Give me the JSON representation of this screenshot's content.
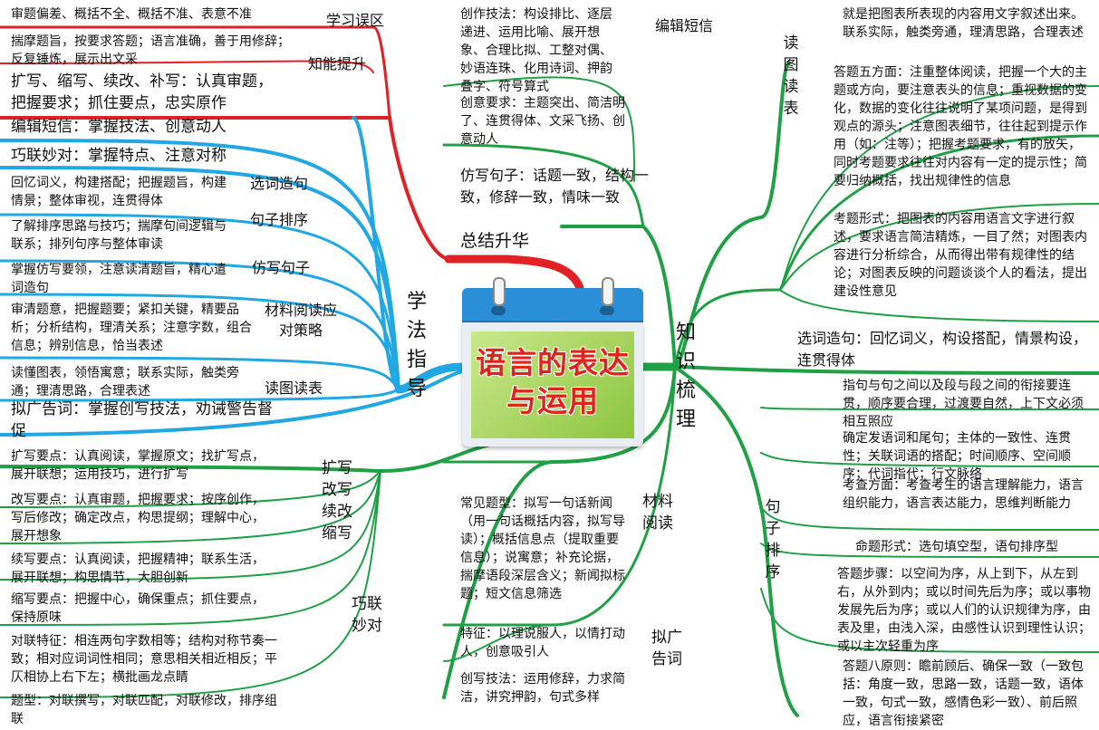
{
  "center": {
    "title": "语言的表达与运用"
  },
  "colors": {
    "red": "#e02126",
    "blue": "#21a7e3",
    "green": "#20a045"
  },
  "main_branches": {
    "summary": "总结升华",
    "study_method": "学法指导",
    "knowledge": "知识梳理"
  },
  "top_left": {
    "misconception_text": "审题偏差、概括不全、概括不准、表意不准",
    "misconception_label": "学习误区",
    "ability_text": "揣摩题旨，按要求答题；语言准确，善于用修辞；反复锤炼，展示出文采",
    "ability_label": "知能提升"
  },
  "left": {
    "expand": "扩写、缩写、续改、补写：认真审题，把握要求；抓住要点，忠实原作",
    "sms": "编辑短信：掌握技法、创意动人",
    "couplet": "巧联妙对：掌握特点、注意对称",
    "word_text": "回忆词义，构建搭配；把握题旨，构建情景；整体审视，连贯得体",
    "word_label": "选词造句",
    "order_text": "了解排序思路与技巧；揣摩句间逻辑与联系；排列句序与整体审读",
    "order_label": "句子排序",
    "imitate_text": "掌握仿写要领，注意读清题旨，精心遣词造句",
    "imitate_label": "仿写句子",
    "reading_text": "审清题意，把握题要；紧扣关键，精要品析；分析结构，理清关系；注意字数，组合信息；辨别信息，恰当表述",
    "reading_label": "材料阅读应对策略",
    "chart_text": "读懂图表，领悟寓意；联系实际，触类旁通；理清思路，合理表述",
    "chart_label": "读图读表",
    "ad": "拟广告词：掌握创写技法，劝诫警告督促"
  },
  "bottom_left": {
    "label1": "扩写改写续改缩写",
    "expand_pt": "扩写要点：认真阅读，掌握原文；找扩写点，展开联想；运用技巧，进行扩写",
    "rewrite_pt": "改写要点：认真审题，把握要求；按序创作，写后修改；确定改点，构思提纲；理解中心，展开想象",
    "continue_pt": "续写要点：认真阅读，把握精神；联系生活，展开联想；构思情节，大胆创新",
    "shorten_pt": "缩写要点：把握中心，确保重点；抓住要点，保持原味",
    "label2": "巧联妙对",
    "couplet_feat": "对联特征：相连两句字数相等；结构对称节奏一致；相对应词词性相同；意思相关相近相反；平仄相协上右下左；横批画龙点睛",
    "couplet_type": "题型：对联撰写，对联匹配，对联修改，排序组联"
  },
  "top_middle": {
    "sms_label": "编辑短信",
    "sms_skill": "创作技法：构设排比、逐层递进、运用比喻、展开想象、合理比拟、工整对偶、妙语连珠、化用诗词、押韵叠字、符号算式",
    "sms_req": "创意要求：主题突出、简洁明了、连贯得体、文采飞扬、创意动人",
    "imitate": "仿写句子：话题一致，结构一致，修辞一致，情味一致"
  },
  "bottom_middle": {
    "reading_label": "材料阅读",
    "reading_text": "常见题型：拟写一句话新闻（用一句话概括内容，拟写导读）；概括信息点（提取重要信息）；说寓意；补充论据，揣摩语段深层含义；新闻拟标题；短文信息筛选",
    "ad_label": "拟广告词",
    "ad_feat": "特征：以理说服人，以情打动人，创意吸引人",
    "ad_skill": "创写技法：运用修辞，力求简洁，讲究押韵，句式多样"
  },
  "right": {
    "chart_label": "读图读表",
    "chart_def": "就是把图表所表现的内容用文字叙述出来。联系实际，触类旁通，理清思路，合理表述",
    "chart_five": "答题五方面：注重整体阅读，把握一个大的主题或方向，要注意表头的信息；重视数据的变化，数据的变化往往说明了某项问题，是得到观点的源头；注意图表细节，往往起到提示作用（如：注等）；把握考题要求，有的放矢，同时考题要求往往对内容有一定的提示性；简要归纳概括，找出规律性的信息",
    "chart_form": "考题形式：把图表的内容用语言文字进行叙述，要求语言简洁精炼，一目了然；对图表内容进行分析综合，从而得出带有规律性的结论；对图表反映的问题谈谈个人的看法，提出建设性意见",
    "word": "选词造句：回忆词义，构设搭配，情景构设，连贯得体",
    "order_label": "句子排序",
    "order_1": "指句与句之间以及段与段之间的衔接要连贯，顺序要合理，过渡要自然，上下文必须相互照应",
    "order_2": "确定发语词和尾句；主体的一致性、连贯性；关联词语的搭配；时间顺序、空间顺序；代词指代；行文脉络",
    "order_3": "考查方面：考查考生的语言理解能力，语言组织能力，语言表达能力，思维判断能力",
    "order_4": "命题形式：选句填空型，语句排序型",
    "order_5": "答题步骤：以空间为序，从上到下，从左到右，从外到内；或以时间先后为序；或以事物发展先后为序；或以人们的认识规律为序，由表及里，由浅入深，由感性认识到理性认识；或以主次轻重为序",
    "order_6": "答题八原则：瞻前顾后、确保一致（一致包括：角度一致，思路一致，话题一致，语体一致，句式一致，感情色彩一致）、前后照应，语言衔接紧密"
  }
}
